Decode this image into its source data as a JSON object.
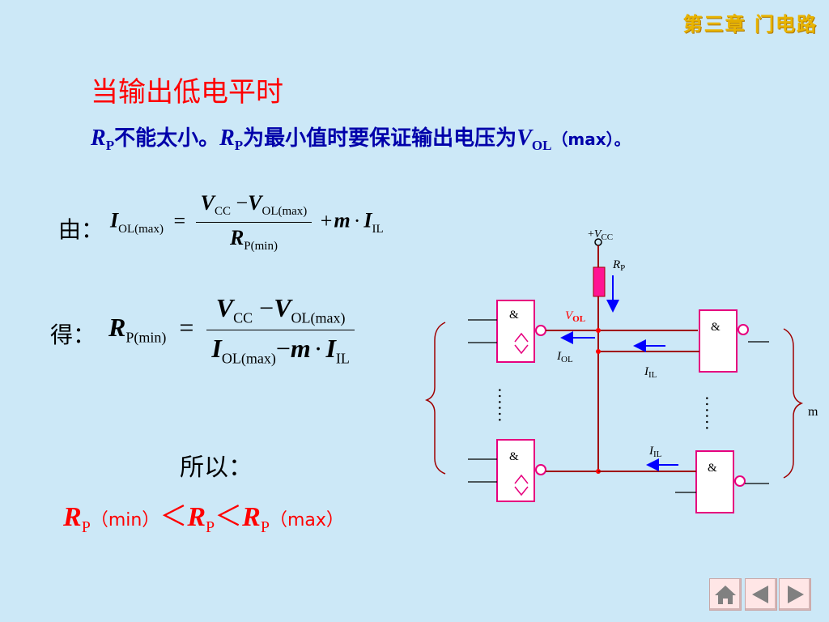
{
  "header": {
    "chapter": "第三章 门电路"
  },
  "heading": "当输出低电平时",
  "note": {
    "r": "R",
    "r_sub": "P",
    "part1": "不能太小。",
    "r2": "R",
    "r2_sub": "P",
    "part2": "为最小值时要保证输出电压为",
    "v": "V",
    "v_sub": "OL",
    "v_tail": "（max）。"
  },
  "eq1": {
    "label": "由：",
    "lhs": "I",
    "lhs_sub": "OL(max)",
    "eq": "=",
    "num_v1": "V",
    "num_v1_sub": "CC",
    "minus": "−",
    "num_v2": "V",
    "num_v2_sub": "OL(max)",
    "den": "R",
    "den_sub": "P(min)",
    "tail": "+",
    "m": "m",
    "dot": "·",
    "i": "I",
    "i_sub": "IL"
  },
  "eq2": {
    "label": "得：",
    "lhs": "R",
    "lhs_sub": "P(min)",
    "eq": "=",
    "num_v1": "V",
    "num_v1_sub": "CC",
    "minus": "−",
    "num_v2": "V",
    "num_v2_sub": "OL(max)",
    "den_i": "I",
    "den_i_sub": "OL(max)",
    "den_minus": "−",
    "den_m": "m",
    "den_dot": "·",
    "den_i2": "I",
    "den_i2_sub": "IL"
  },
  "conclusion": "所以：",
  "result": {
    "r1": "R",
    "r1_sub": "P",
    "r1_tail": "（min）",
    "lt1": "＜",
    "r2": "R",
    "r2_sub": "P",
    "lt2": "＜",
    "r3": "R",
    "r3_sub": "P",
    "r3_tail": "（max）"
  },
  "circuit": {
    "vcc_plus": "+",
    "vcc": "V",
    "vcc_sub": "CC",
    "rp": "R",
    "rp_sub": "P",
    "vol": "V",
    "vol_sub": "OL",
    "iol": "I",
    "iol_sub": "OL",
    "iil1": "I",
    "iil1_sub": "IL",
    "iil2": "I",
    "iil2_sub": "IL",
    "and_symbol": "&",
    "m_label": "m",
    "dots": "……",
    "gate_color": "#e6007e",
    "wire_color": "#a00000",
    "arrow_color": "#0000ff"
  },
  "nav": {
    "home_icon": "home-icon",
    "prev_icon": "triangle-left-icon",
    "next_icon": "triangle-right-icon"
  }
}
